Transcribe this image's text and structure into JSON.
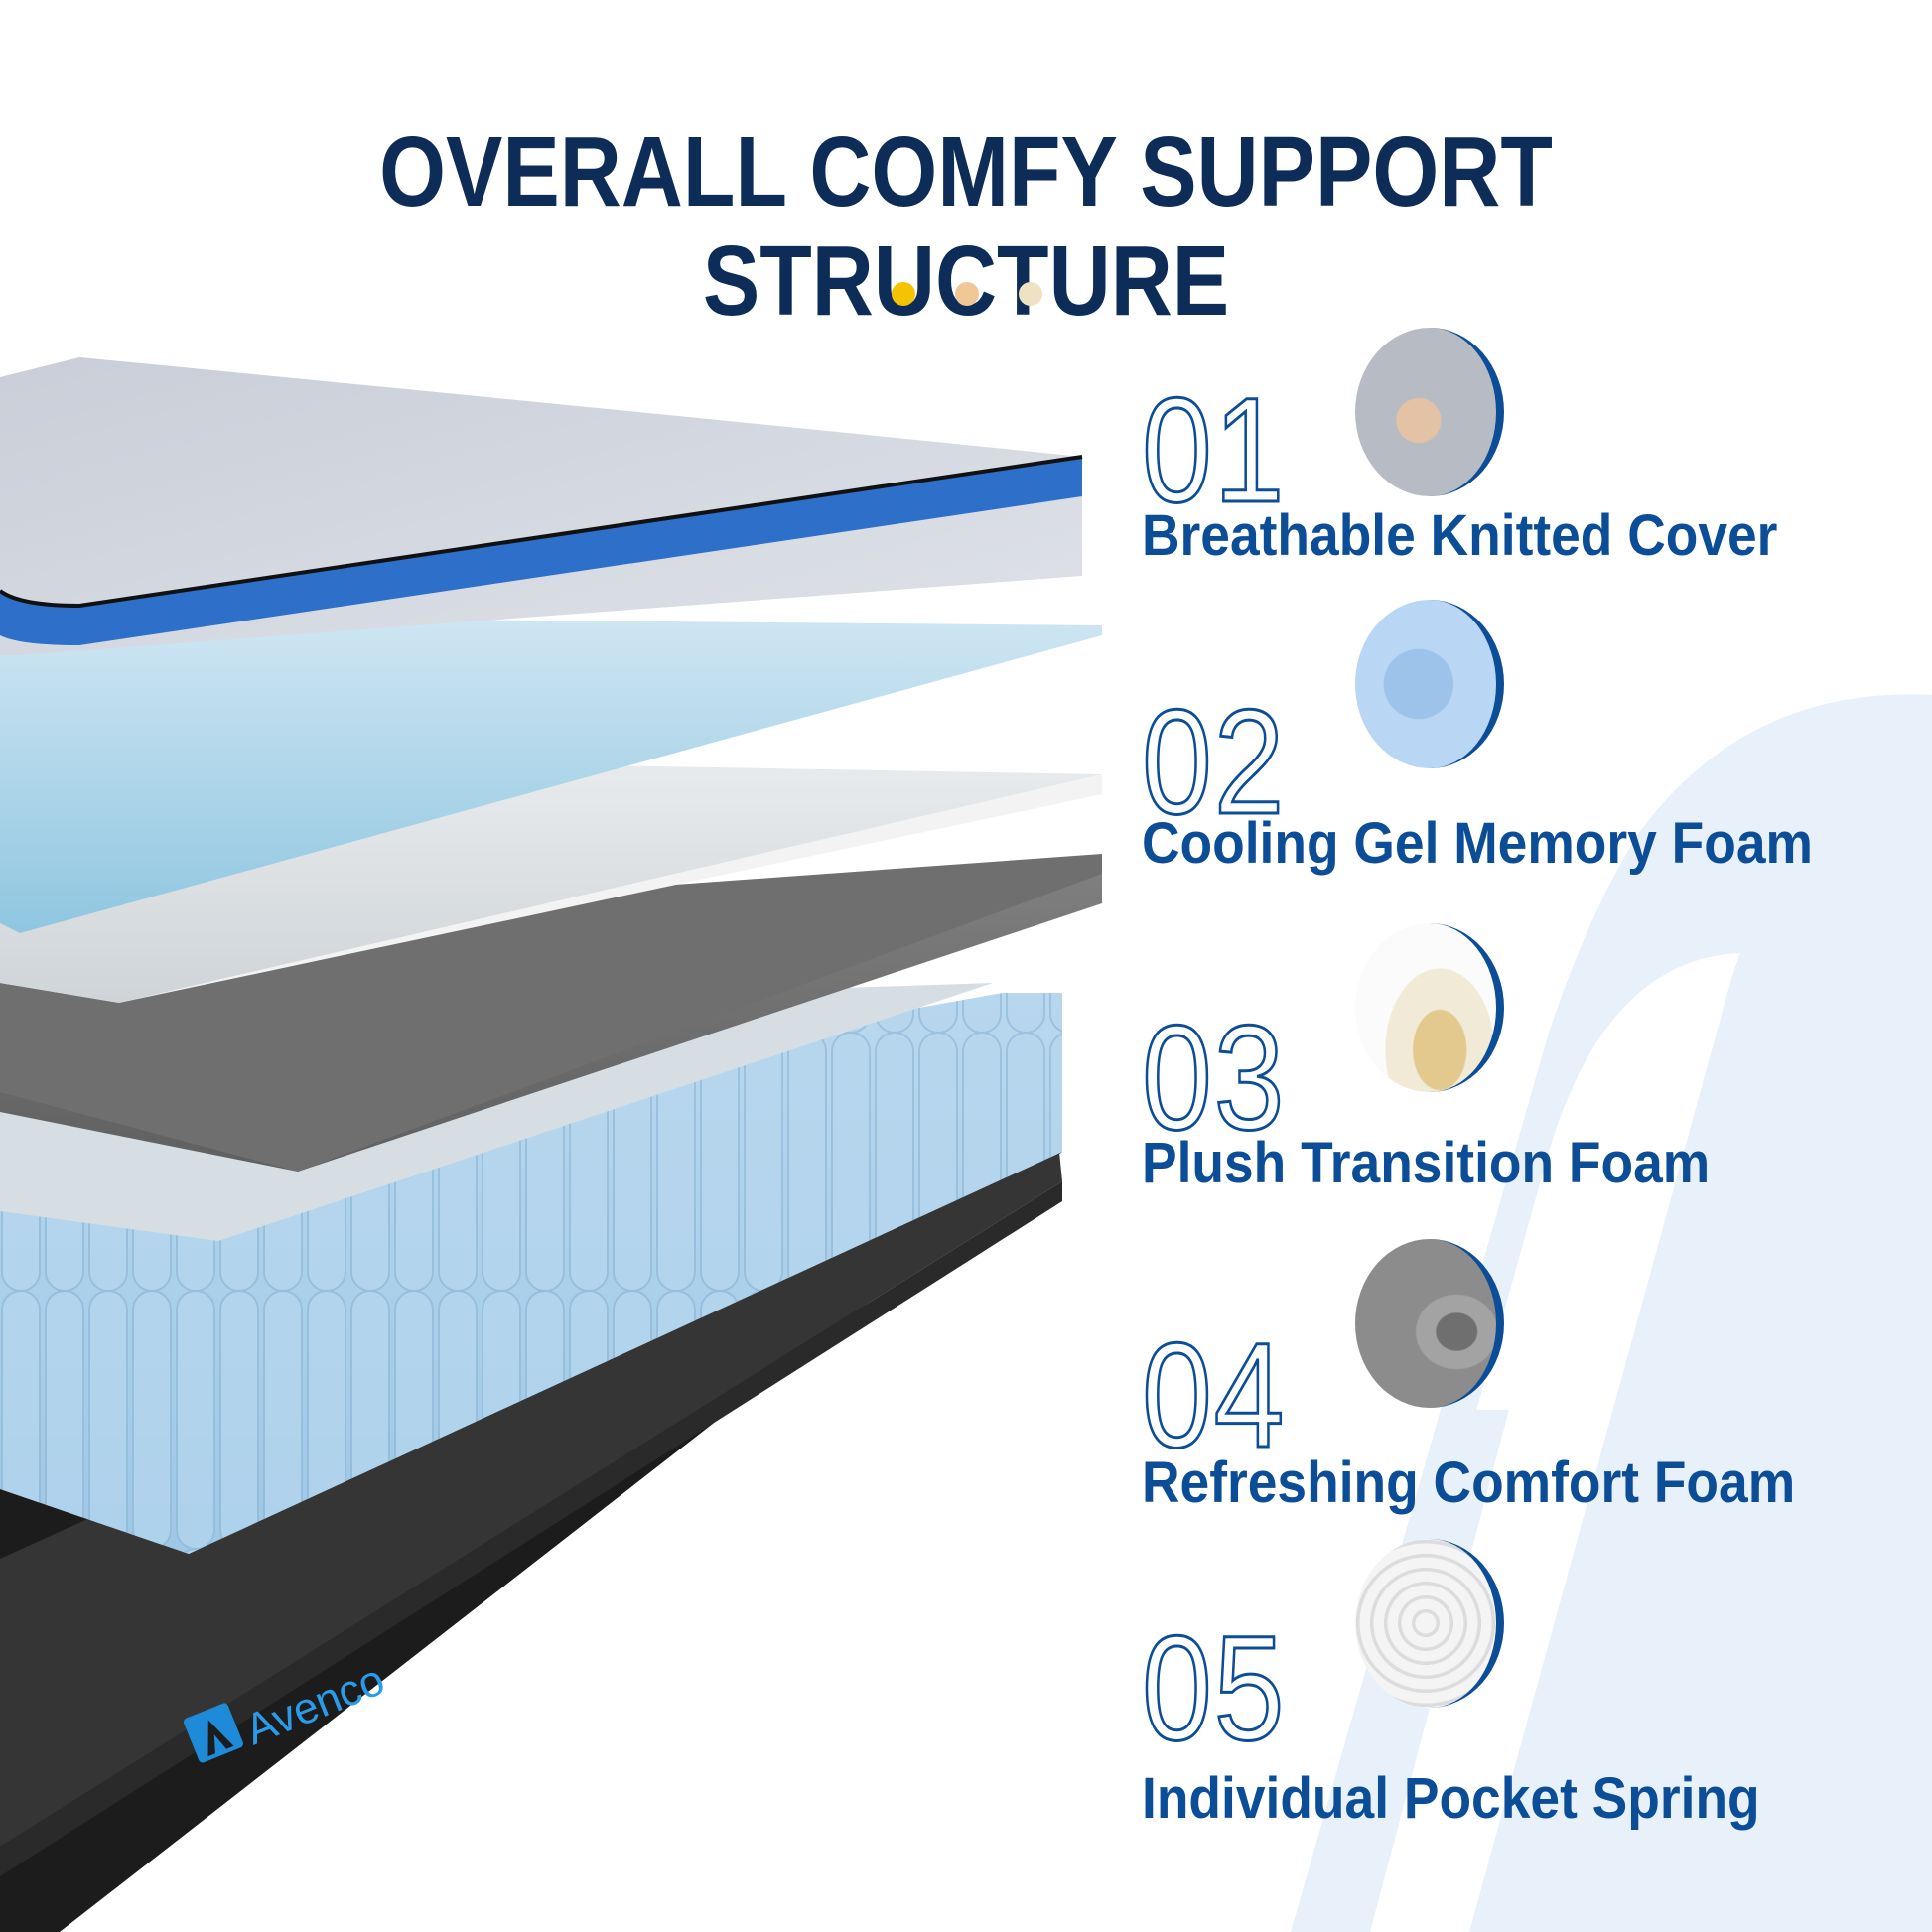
{
  "header": {
    "title": "OVERALL COMFY SUPPORT STRUCTURE",
    "pager_dots": [
      {
        "color": "#f5c400",
        "active": true
      },
      {
        "color": "#efc896",
        "active": false
      },
      {
        "color": "#efe1c3",
        "active": false
      }
    ]
  },
  "colors": {
    "title": "#0d2d58",
    "accent": "#0b4d97",
    "watermark": "#e8f1fa"
  },
  "product": {
    "brand": "Avenco",
    "brand_logo_icon": "avenco-a-logo-icon"
  },
  "features": [
    {
      "number": "01",
      "label": "Breathable Knitted Cover",
      "thumb_icon": "knitted-cover-hand-press-icon"
    },
    {
      "number": "02",
      "label": "Cooling Gel Memory Foam",
      "thumb_icon": "gel-memory-foam-handprint-icon"
    },
    {
      "number": "03",
      "label": "Plush Transition Foam",
      "thumb_icon": "transition-foam-cutaway-icon"
    },
    {
      "number": "04",
      "label": "Refreshing Comfort Foam",
      "thumb_icon": "comfort-foam-cutaway-icon"
    },
    {
      "number": "05",
      "label": "Individual Pocket Spring",
      "thumb_icon": "pocket-spring-coil-icon"
    }
  ]
}
